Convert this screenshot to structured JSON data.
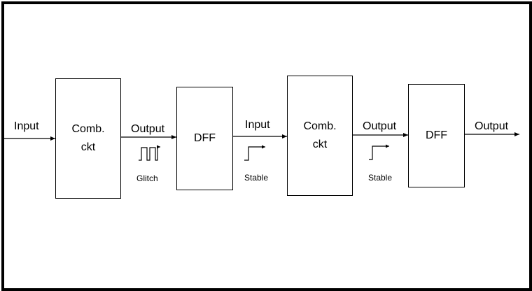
{
  "blocks": {
    "comb1": "Comb.\nckt",
    "dff1": "DFF",
    "comb2": "Comb.\nckt",
    "dff2": "DFF"
  },
  "wires": {
    "w1": "Input",
    "w2": "Output",
    "w3": "Input",
    "w4": "Output",
    "w5": "Output"
  },
  "signals": {
    "s1": "Glitch",
    "s2": "Stable",
    "s3": "Stable"
  }
}
